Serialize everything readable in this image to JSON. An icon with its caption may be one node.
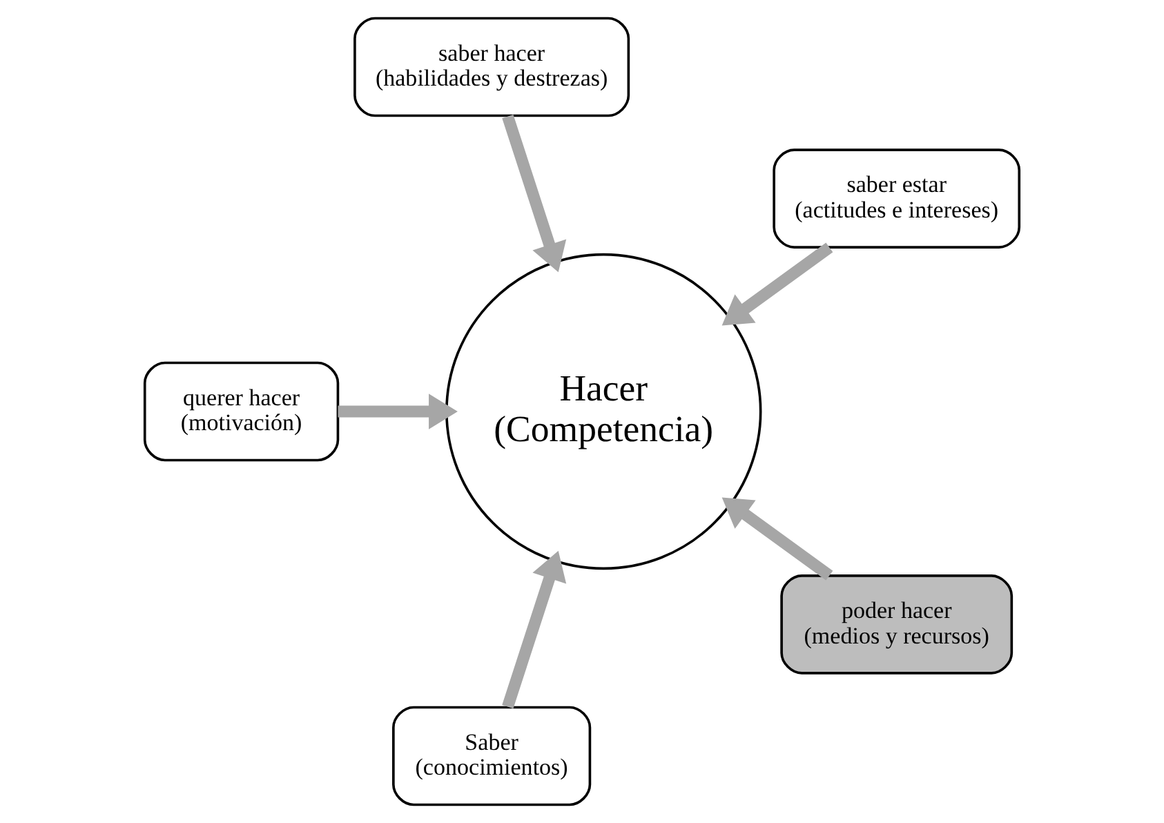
{
  "diagram": {
    "nodes": [
      {
        "text": [
          "saber estar",
          "(actitudes e intereses)"
        ]
      },
      {
        "text": [
          "saber hacer",
          "(habilidades y destrezas)"
        ]
      },
      {
        "text": [
          "querer hacer",
          "(motivación)"
        ]
      },
      {
        "text": [
          "Saber",
          "(conocimientos)"
        ]
      },
      {
        "text": [
          "Hacer",
          "(Competencia)"
        ]
      },
      {
        "text": [
          "poder hacer",
          "(medios y recursos)"
        ]
      }
    ],
    "edges": [
      {
        "from": 0,
        "to": 4,
        "arrow": "to"
      },
      {
        "from": 1,
        "to": 4,
        "arrow": "to"
      },
      {
        "from": 2,
        "to": 4,
        "arrow": "to"
      },
      {
        "from": 3,
        "to": 4,
        "arrow": "to"
      },
      {
        "from": 5,
        "to": 4,
        "arrow": "to"
      }
    ]
  }
}
